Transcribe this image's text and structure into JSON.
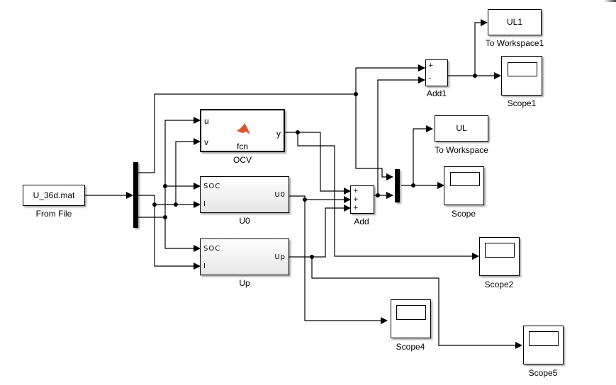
{
  "diagram": {
    "blocks": {
      "from_file": {
        "text": "U_36d.mat",
        "label": "From File"
      },
      "ocv": {
        "function": "fcn",
        "label": "OCV",
        "inputs": [
          "u",
          "v"
        ],
        "output": "y",
        "icon": "matlab-logo-icon"
      },
      "u0": {
        "label": "U0",
        "inputs": [
          "SOC",
          "I"
        ],
        "output": "U0"
      },
      "up": {
        "label": "Up",
        "inputs": [
          "SOC",
          "I"
        ],
        "output": "Up"
      },
      "add": {
        "label": "Add",
        "signs": [
          "+",
          "+",
          "+"
        ]
      },
      "add1": {
        "label": "Add1",
        "signs": [
          "+",
          "–"
        ]
      },
      "to_workspace": {
        "text": "UL",
        "label": "To Workspace"
      },
      "to_workspace1": {
        "text": "UL1",
        "label": "To Workspace1"
      },
      "scope": {
        "label": "Scope"
      },
      "scope1": {
        "label": "Scope1"
      },
      "scope2": {
        "label": "Scope2"
      },
      "scope4": {
        "label": "Scope4"
      },
      "scope5": {
        "label": "Scope5"
      }
    },
    "colors": {
      "line": "#000000",
      "matlab_orange": "#d9532b",
      "matlab_blue": "#3a8fd0"
    }
  }
}
